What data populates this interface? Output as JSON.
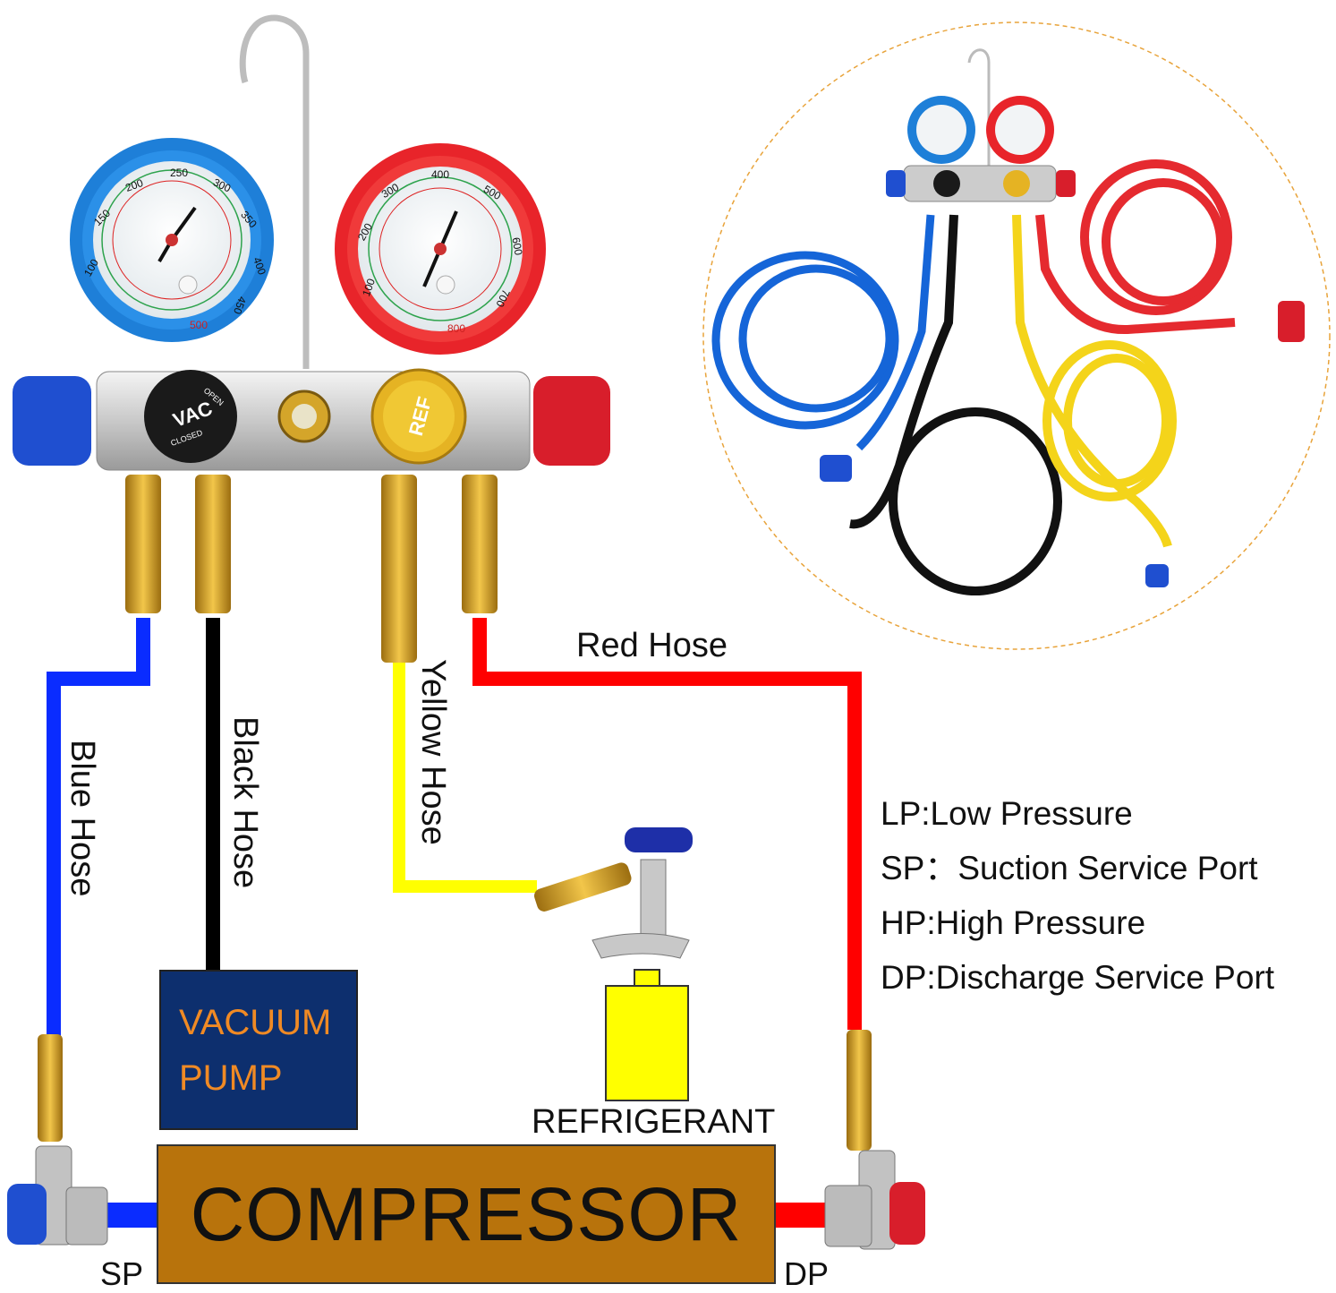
{
  "labels": {
    "red_hose": "Red Hose",
    "blue_hose": "Blue Hose",
    "black_hose": "Black Hose",
    "yellow_hose": "Yellow Hose",
    "vacuum_line1": "VACUUM",
    "vacuum_line2": "PUMP",
    "refrigerant": "REFRIGERANT",
    "compressor": "COMPRESSOR",
    "sp": "SP",
    "dp": "DP"
  },
  "legend": [
    "LP:Low Pressure",
    "SP：Suction Service Port",
    "HP:High Pressure",
    "DP:Discharge Service Port"
  ],
  "gauges": {
    "low_side": {
      "ticks": [
        "100",
        "150",
        "200",
        "250",
        "300",
        "350",
        "400",
        "450",
        "500"
      ]
    },
    "high_side": {
      "ticks": [
        "100",
        "200",
        "300",
        "400",
        "500",
        "600",
        "700",
        "800"
      ]
    }
  },
  "knobs": {
    "vac_text": "VAC",
    "vac_open": "OPEN",
    "vac_closed": "CLOSED",
    "ref_text": "REF"
  },
  "colors": {
    "blue_hose": "#0a2cff",
    "black_hose": "#000000",
    "yellow_hose": "#ffff00",
    "red_hose": "#ff0000",
    "vacuum_pump_fill": "#0d2f6e",
    "vacuum_pump_text": "#f08a24",
    "compressor_fill": "#b8730c",
    "refrigerant_fill": "#ffff00",
    "low_gauge_bezel": "#1e7fd8",
    "high_gauge_bezel": "#e8242a",
    "brass": "#d4a52a"
  }
}
